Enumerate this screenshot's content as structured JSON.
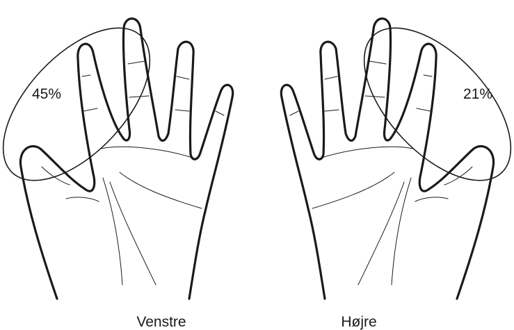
{
  "hands": {
    "left": {
      "label": "Venstre",
      "percentage": "45%"
    },
    "right": {
      "label": "Højre",
      "percentage": "21%"
    }
  }
}
